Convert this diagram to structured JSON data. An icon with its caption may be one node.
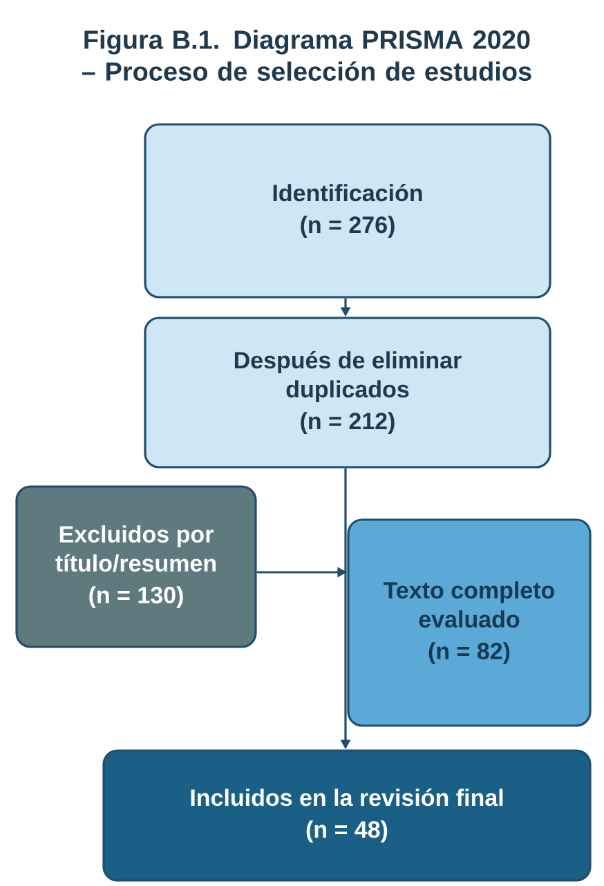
{
  "diagram": {
    "title": "Figura B.1. Diagrama PRISMA 2020 – Proceso de selección de estudios",
    "nodes": [
      {
        "text": [
          "Identificación",
          "(n = 276)"
        ]
      },
      {
        "text": [
          "Después de eliminar duplicados",
          "(n = 212)"
        ]
      },
      {
        "text": [
          "Excluidos por título/resumen",
          "(n = 130)"
        ]
      },
      {
        "text": [
          "Texto completo evaluado",
          "(n = 82)"
        ]
      },
      {
        "text": [
          "Incluidos en la revisión final",
          "(n = 48)"
        ]
      }
    ],
    "edges": [
      {
        "from": 0,
        "to": 1,
        "arrow": "to"
      },
      {
        "from": 1,
        "to": 4,
        "arrow": "to"
      },
      {
        "from": 2,
        "to": 3,
        "arrow": "to"
      }
    ]
  }
}
